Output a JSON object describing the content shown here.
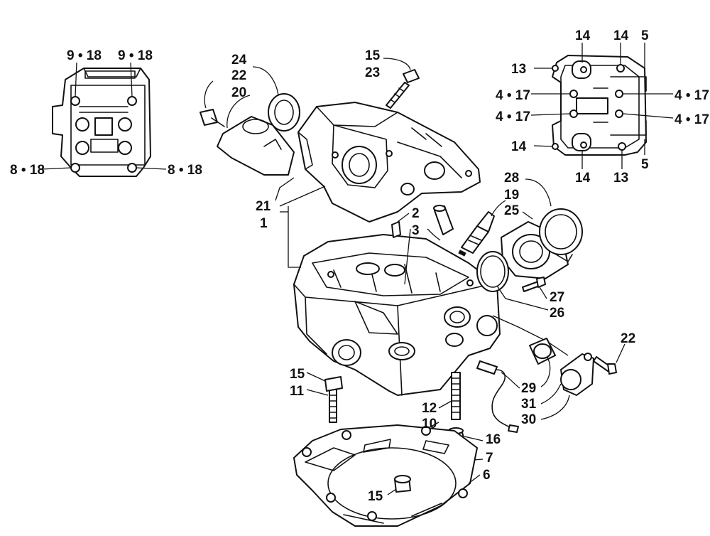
{
  "callouts": {
    "inset_left": {
      "top_left": "9 • 18",
      "top_right": "9 • 18",
      "bottom_left": "8 • 18",
      "bottom_right": "8 • 18"
    },
    "inset_right": {
      "top_a": "14",
      "top_b": "14",
      "top_c": "5",
      "left_13": "13",
      "left_4_17_a": "4 • 17",
      "left_4_17_b": "4 • 17",
      "right_4_17_a": "4 • 17",
      "right_4_17_b": "4 • 17",
      "left_14": "14",
      "bottom_14": "14",
      "bottom_13": "13",
      "bottom_5": "5"
    },
    "main": {
      "p24": "24",
      "p22": "22",
      "p20": "20",
      "p15_top": "15",
      "p23": "23",
      "p21": "21",
      "p1": "1",
      "p2": "2",
      "p3": "3",
      "p28": "28",
      "p19": "19",
      "p25": "25",
      "p27": "27",
      "p26": "26",
      "p22_right": "22",
      "p15_left": "15",
      "p11": "11",
      "p29": "29",
      "p31": "31",
      "p30": "30",
      "p12": "12",
      "p10": "10",
      "p16": "16",
      "p7": "7",
      "p6": "6",
      "p15_bottom": "15"
    }
  }
}
